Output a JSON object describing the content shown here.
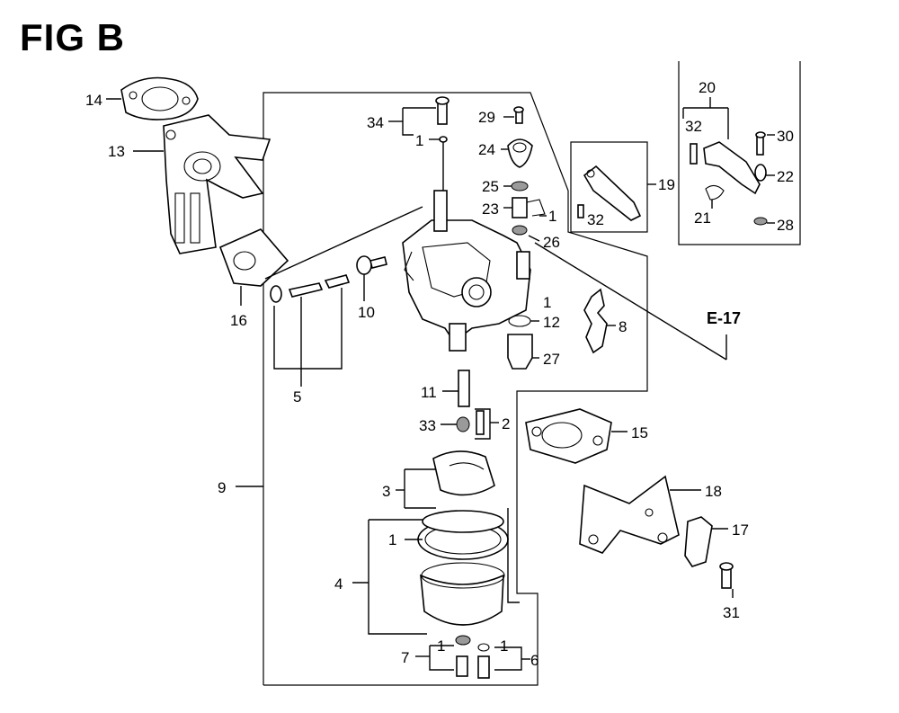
{
  "figure": {
    "title": "FIG B"
  },
  "ref": "E-17",
  "callouts": {
    "c1a": "1",
    "c1b": "1",
    "c1c": "1",
    "c1d": "1",
    "c1e": "1",
    "c1f": "1",
    "c2": "2",
    "c3": "3",
    "c4": "4",
    "c5": "5",
    "c6": "6",
    "c7": "7",
    "c8": "8",
    "c9": "9",
    "c10": "10",
    "c11": "11",
    "c12": "12",
    "c13": "13",
    "c14": "14",
    "c15": "15",
    "c16": "16",
    "c17": "17",
    "c18": "18",
    "c19": "19",
    "c20": "20",
    "c21": "21",
    "c22": "22",
    "c23": "23",
    "c24": "24",
    "c25": "25",
    "c26": "26",
    "c27": "27",
    "c28": "28",
    "c29": "29",
    "c30": "30",
    "c31": "31",
    "c32a": "32",
    "c32b": "32",
    "c33": "33",
    "c34": "34"
  }
}
